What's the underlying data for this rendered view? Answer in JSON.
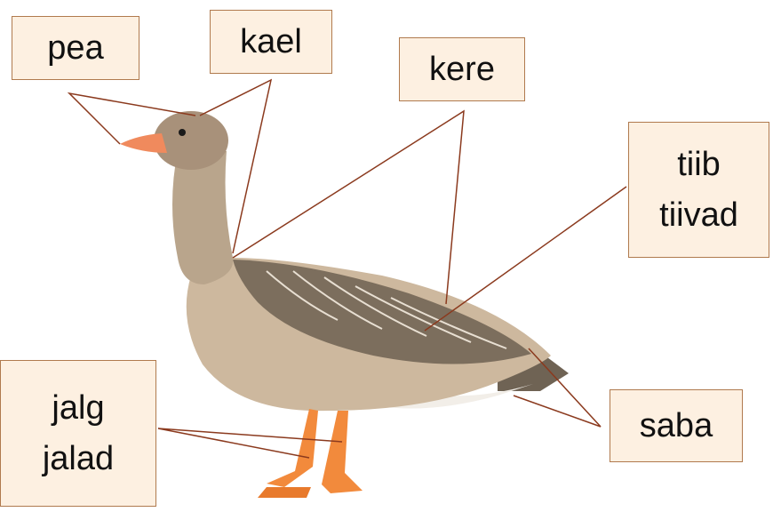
{
  "labels": {
    "pea": "pea",
    "kael": "kael",
    "kere": "kere",
    "tiib_singular": "tiib",
    "tiib_plural": "tiivad",
    "jalg_singular": "jalg",
    "jalg_plural": "jalad",
    "saba": "saba"
  },
  "colors": {
    "box_fill": "#fdf0e1",
    "box_border": "#b07a4e",
    "leader_line": "#8b3a1e",
    "beak": "#f08a5d",
    "legs": "#f28a3c"
  }
}
